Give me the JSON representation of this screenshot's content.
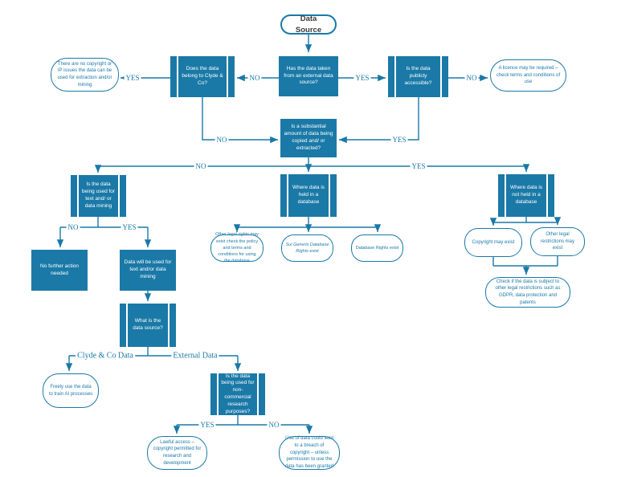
{
  "colors": {
    "shape_fill": "#1A79A7",
    "line": "#1A79A7",
    "oval_text": "#1A79A7",
    "box_text": "#FFFFFF",
    "start_text": "#3A3A3A"
  },
  "nodes": {
    "data_source": {
      "label": "Data Source"
    },
    "external_source": {
      "label": "Has the data taken from an external data source?"
    },
    "belongs_clyde": {
      "label": "Does the data belong to Clyde & Co?"
    },
    "publicly_accessible": {
      "label": "Is the data publicly accessible?"
    },
    "no_copyright_issues": {
      "label": "There are no copyright or IP issues the data can be used for extraction and/or mining"
    },
    "licence_required": {
      "label": "A licence may be required – check terms and conditions of use"
    },
    "substantial_amount": {
      "label": "Is a substantial amount of data being copied and/ or extracted?"
    },
    "text_data_mining": {
      "label": "Is the data being used for text and/ or data mining"
    },
    "held_in_database": {
      "label": "Where data is held in a database"
    },
    "not_held_in_database": {
      "label": "Where data is not held in a database"
    },
    "no_action": {
      "label": "No further action needed"
    },
    "will_be_used": {
      "label": "Data will be used for text and/or data mining"
    },
    "other_legal_rights": {
      "label": "Other legal rights may exist check the policy and terms and conditions for using the database"
    },
    "sui_generis": {
      "label": "Sui Generis Database Rights exist"
    },
    "database_rights": {
      "label": "Database Rights exist"
    },
    "copyright_may_exist": {
      "label": "Copyright may exist"
    },
    "other_restrictions": {
      "label": "Other legal restrictions may exist"
    },
    "check_gdpr": {
      "label": "Check if the data is subject to other legal restrictions such as GDPR, data protection and patents"
    },
    "data_source_q": {
      "label": "What is the data source?"
    },
    "freely_use": {
      "label": "Freely use the data to train AI processes"
    },
    "non_commercial": {
      "label": "Is the data being used for non- commercial research purposes?"
    },
    "lawful_access": {
      "label": "Lawful access – copyright permitted for research and development"
    },
    "breach_copyright": {
      "label": "Use of data could lead to a breach of copyright – unless permission to use the data has been granted"
    }
  },
  "edge_labels": {
    "top_no": "NO",
    "top_yes": "YES",
    "left_yes": "YES",
    "right_no": "NO",
    "mid_no": "NO",
    "mid_yes": "YES",
    "row_no": "NO",
    "row_yes": "YES",
    "mining_no": "NO",
    "mining_yes": "YES",
    "clyde_data": "Clyde & Co Data",
    "external_data": "External Data",
    "research_yes": "YES",
    "research_no": "NO"
  }
}
